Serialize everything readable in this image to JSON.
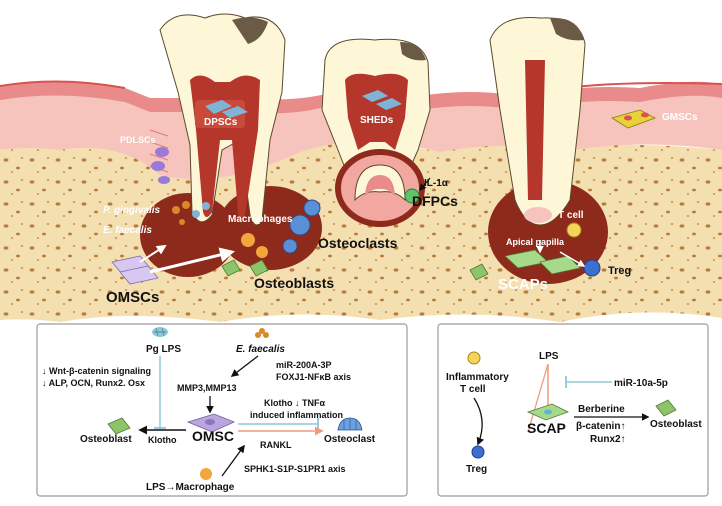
{
  "colors": {
    "gum": "#e98b8a",
    "gum_light": "#f6c4bd",
    "gum_edge": "#d9534f",
    "bone": "#f3dfb0",
    "bone_dark": "#c98b4e",
    "tooth": "#fdf7d8",
    "pulp": "#b5362b",
    "lesion": "#8e2a1c",
    "line_blue": "#8fc7d8",
    "line_salmon": "#f09a7f",
    "box_border": "#9b9b9b"
  },
  "illustration": {
    "pdlscs": "PDLSCs",
    "dpscs": "DPSCs",
    "sheds": "SHEDs",
    "gmscs": "GMSCs",
    "p_gingivalis": "P. gingivalis",
    "e_faecalis": "E. faecalis",
    "macrophages": "Macrophages",
    "osteoclasts": "Osteoclasts",
    "osteoblasts": "Osteoblasts",
    "omscs": "OMSCs",
    "il1a": "IL-1α",
    "dfpcs": "DFPCs",
    "t_cell": "T cell",
    "apical_papilla": "Apical papilla",
    "treg": "Treg",
    "scaps": "SCAPs"
  },
  "panel_left": {
    "pg_lps": "Pg LPS",
    "wnt_line1": "↓ Wnt-β-catenin signaling",
    "wnt_line2": "↓ ALP, OCN, Runx2. Osx",
    "e_faecalis": "E. faecalis",
    "mir200": "miR-200A-3P",
    "foxj1": "FOXJ1-NFκB axis",
    "mmp": "MMP3,MMP13",
    "klotho_tnf": "Klotho ↓ TNFα",
    "induced": "induced inflammation",
    "osteoblast": "Osteoblast",
    "klotho": "Klotho",
    "omsc": "OMSC",
    "osteoclast": "Osteoclast",
    "rankl": "RANKL",
    "sphk1": "SPHK1-S1P-S1PR1 axis",
    "lps_macrophage": "LPS→Macrophage"
  },
  "panel_right": {
    "lps": "LPS",
    "inflammatory": "Inflammatory",
    "t_cell": "T cell",
    "mir10a": "miR-10a-5p",
    "berberine": "Berberine",
    "scap": "SCAP",
    "beta_catenin": "β-catenin↑",
    "runx2": "Runx2↑",
    "osteoblast": "Osteoblast",
    "treg": "Treg"
  }
}
